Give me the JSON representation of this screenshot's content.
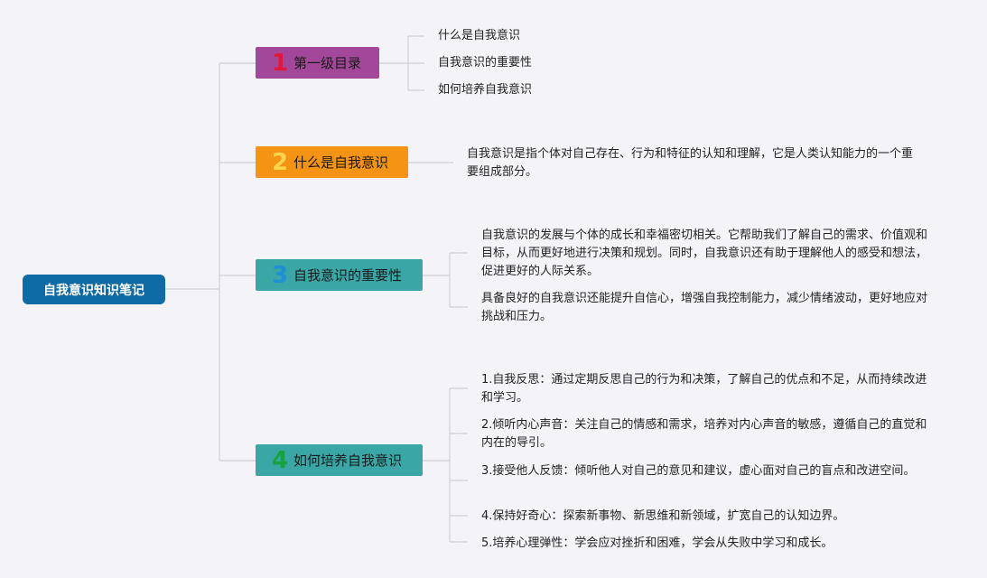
{
  "root": {
    "label": "自我意识知识笔记"
  },
  "branches": [
    {
      "number": "1",
      "label": "第一级目录",
      "bg": "#a3479a",
      "num_color": "#e0183c",
      "items": [
        "什么是自我意识",
        "自我意识的重要性",
        "如何培养自我意识"
      ]
    },
    {
      "number": "2",
      "label": "什么是自我意识",
      "bg": "#f59314",
      "num_color": "#ffd44d",
      "items": [
        "自我意识是指个体对自己存在、行为和特征的认知和理解，它是人类认知能力的一个重要组成部分。"
      ]
    },
    {
      "number": "3",
      "label": "自我意识的重要性",
      "bg": "#3ba6a6",
      "num_color": "#1f8fd6",
      "items": [
        "自我意识的发展与个体的成长和幸福密切相关。它帮助我们了解自己的需求、价值观和目标，从而更好地进行决策和规划。同时，自我意识还有助于理解他人的感受和想法，促进更好的人际关系。",
        "具备良好的自我意识还能提升自信心，增强自我控制能力，减少情绪波动，更好地应对挑战和压力。"
      ]
    },
    {
      "number": "4",
      "label": "如何培养自我意识",
      "bg": "#3ba6a6",
      "num_color": "#14a33c",
      "items": [
        "1.自我反思：通过定期反思自己的行为和决策，了解自己的优点和不足，从而持续改进和学习。",
        "2.倾听内心声音：关注自己的情感和需求，培养对内心声音的敏感，遵循自己的直觉和内在的导引。",
        "3.接受他人反馈：倾听他人对自己的意见和建议，虚心面对自己的盲点和改进空间。",
        "4.保持好奇心：探索新事物、新思维和新领域，扩宽自己的认知边界。",
        "5.培养心理弹性：学会应对挫折和困难，学会从失败中学习和成长。"
      ]
    }
  ]
}
